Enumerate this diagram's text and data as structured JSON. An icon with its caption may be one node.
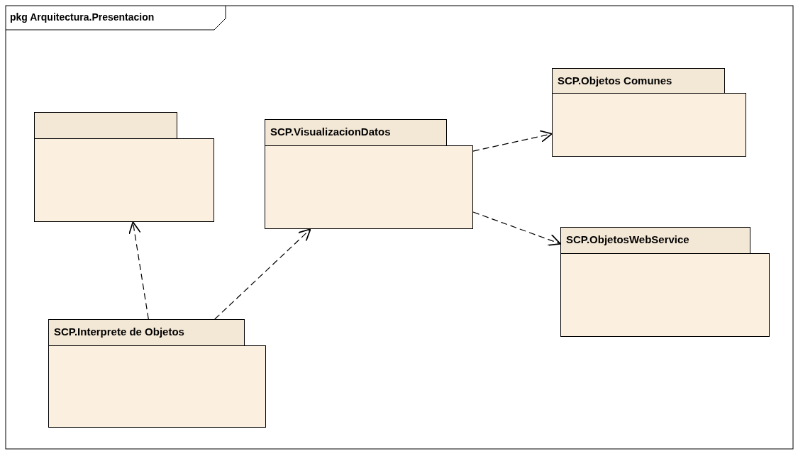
{
  "diagram": {
    "title": "pkg Arquitectura.Presentacion",
    "nodes": [
      {
        "text": [],
        "shape": "folder"
      },
      {
        "text": [
          "SCP.VisualizacionDatos"
        ]
      },
      {
        "text": [
          "SCP.Objetos Comunes"
        ]
      },
      {
        "text": [
          "SCP.ObjetosWebService"
        ]
      },
      {
        "text": [
          "SCP.Interprete de Objetos"
        ]
      }
    ],
    "edges": [
      {
        "from": 4,
        "to": 0,
        "arrow": "to",
        "style": "dashed"
      },
      {
        "from": 4,
        "to": 1,
        "arrow": "to",
        "style": "dashed"
      },
      {
        "from": 1,
        "to": 2,
        "arrow": "to",
        "style": "dashed"
      },
      {
        "from": 1,
        "to": 3,
        "arrow": "to",
        "style": "dashed"
      }
    ]
  }
}
